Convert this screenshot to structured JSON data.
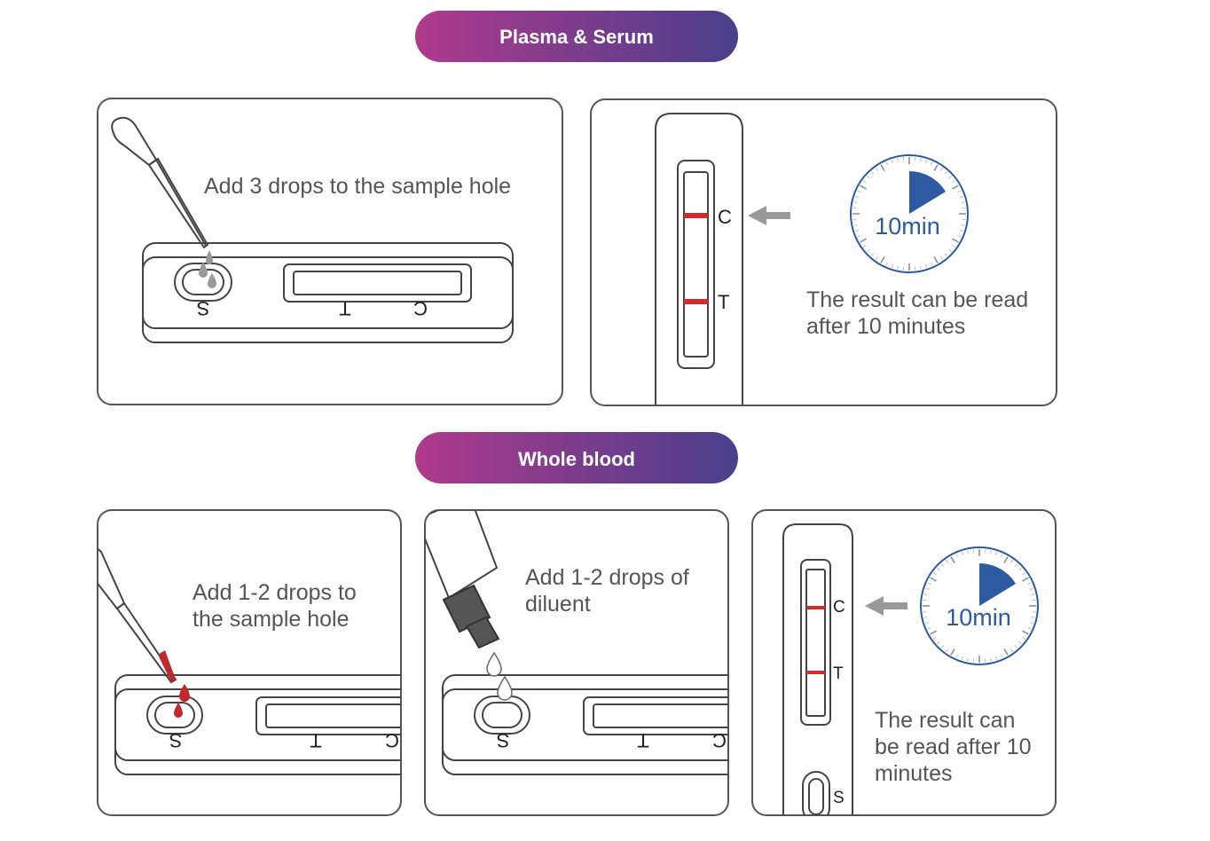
{
  "sections": {
    "plasma": {
      "title": "Plasma & Serum"
    },
    "whole": {
      "title": "Whole blood"
    }
  },
  "steps": {
    "plasma_add": "Add 3 drops to the sample hole",
    "plasma_result_line1": "The result can be read",
    "plasma_result_line2": "after 10 minutes",
    "whole_add_line1": "Add 1-2 drops to",
    "whole_add_line2": "the sample hole",
    "whole_diluent_line1": "Add 1-2 drops of",
    "whole_diluent_line2": "diluent",
    "whole_result_line1": "The result can",
    "whole_result_line2": "be read after 10",
    "whole_result_line3": "minutes"
  },
  "cassette": {
    "sample_label": "S",
    "test_label": "T",
    "control_label": "C"
  },
  "timer": {
    "label": "10min"
  },
  "colors": {
    "banner_start": "#b03a8c",
    "banner_end": "#4a3f8c",
    "result_line": "#d62a2a",
    "timer_blue": "#2d5aa0",
    "blood": "#c0282d",
    "arrow": "#999999"
  },
  "icons": [
    "dropper-icon",
    "diluent-bottle-icon",
    "timer-icon",
    "arrow-left-icon",
    "drop-icon"
  ]
}
